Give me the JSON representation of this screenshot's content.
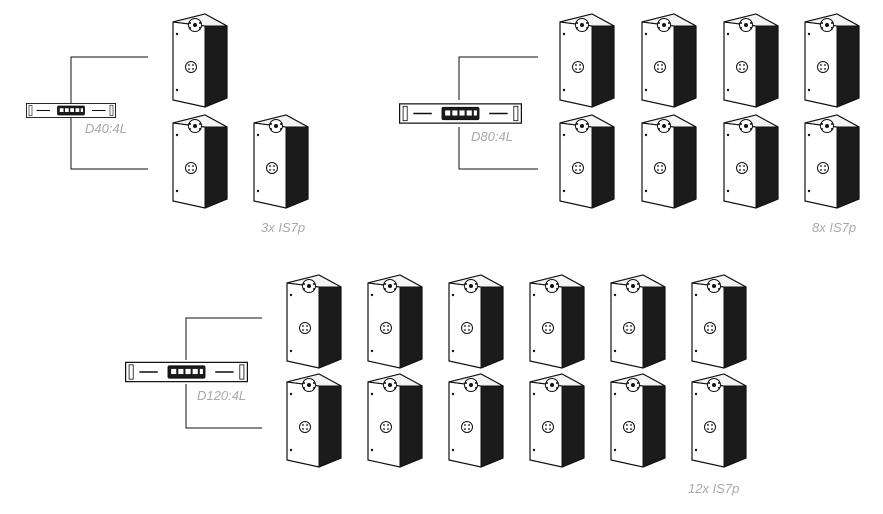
{
  "groups": [
    {
      "amplifier": "D40:4L",
      "caption": "3x IS7p",
      "speaker_count": 3
    },
    {
      "amplifier": "D80:4L",
      "caption": "8x IS7p",
      "speaker_count": 8
    },
    {
      "amplifier": "D120:4L",
      "caption": "12x IS7p",
      "speaker_count": 12
    }
  ]
}
